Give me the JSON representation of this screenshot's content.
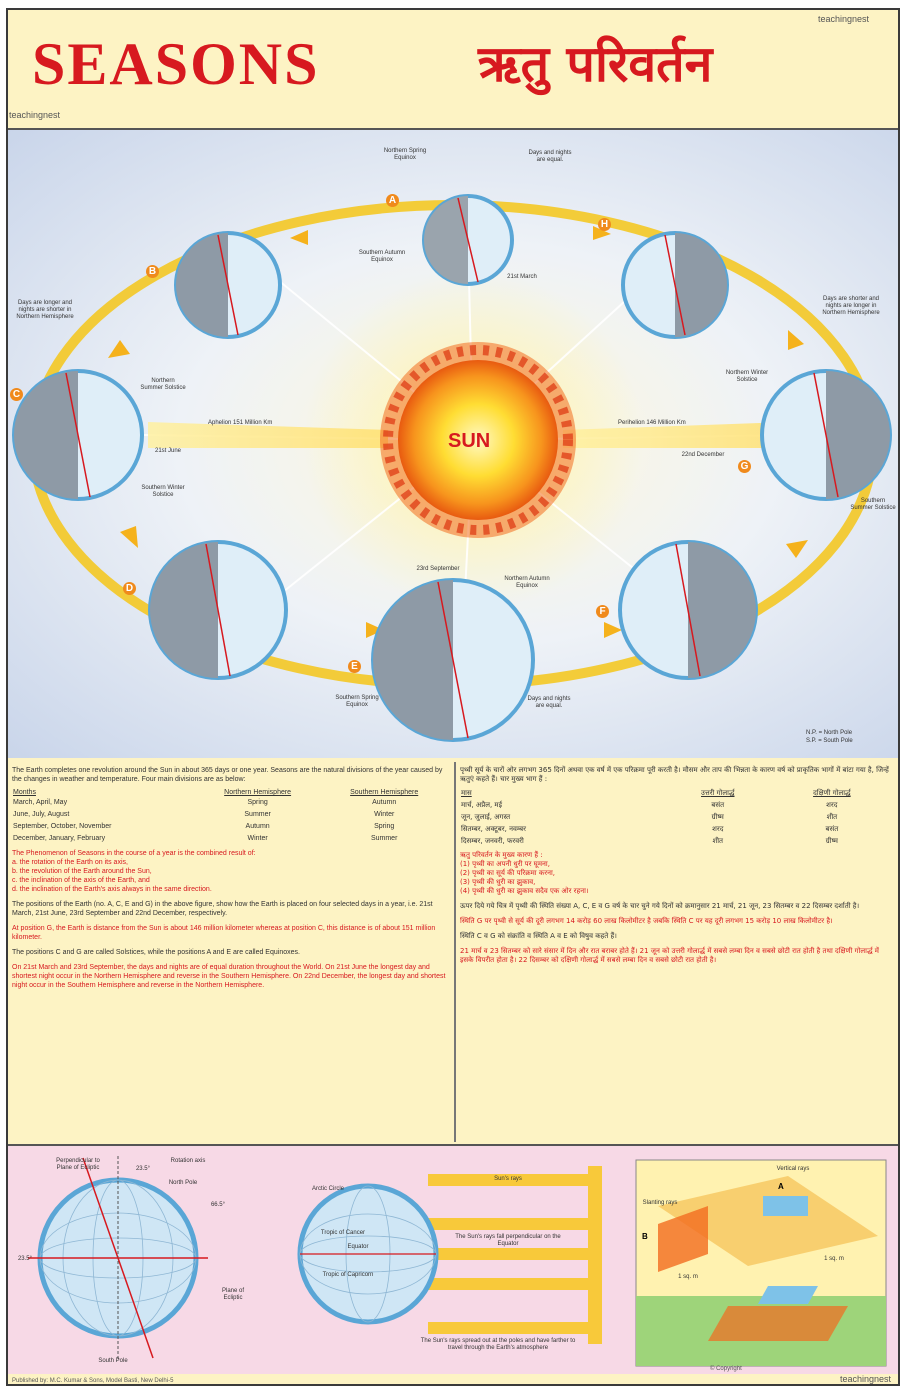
{
  "watermark": "teachingnest",
  "title": {
    "english": "SEASONS",
    "hindi": "ऋतु परिवर्तन"
  },
  "diagram": {
    "sun_label": "SUN",
    "aphelion": "Aphelion 151 Million Km",
    "perihelion": "Perihelion 146 Million Km",
    "positions": [
      "A",
      "B",
      "C",
      "D",
      "E",
      "F",
      "G",
      "H"
    ],
    "labels": {
      "north_spring": "Northern Spring Equinox",
      "days_equal_top": "Days and nights are equal.",
      "south_autumn": "Southern Autumn Equinox",
      "march": "21st March",
      "days_longer": "Days are longer and nights are shorter in Northern Hemisphere",
      "north_summer": "Northern Summer Solstice",
      "june": "21st June",
      "south_winter": "Southern Winter Solstice",
      "days_shorter": "Days are shorter and nights are longer in Northern Hemisphere",
      "north_winter": "Northern Winter Solstice",
      "december": "22nd December",
      "south_summer": "Southern Summer Solstice",
      "september": "23rd September",
      "north_autumn": "Northern Autumn Equinox",
      "south_spring": "Southern Spring Equinox",
      "days_equal_bottom": "Days and nights are equal.",
      "np": "N.P. = North Pole",
      "sp": "S.P. = South Pole"
    }
  },
  "english_text": {
    "intro": "The Earth completes one revolution around the Sun in about 365 days or one year. Seasons are the natural divisions of the year caused by the changes in weather and temperature. Four main divisions are as below:",
    "table_headers": [
      "Months",
      "Northern Hemisphere",
      "Southern Hemisphere"
    ],
    "table_rows": [
      [
        "March, April, May",
        "Spring",
        "Autumn"
      ],
      [
        "June, July, August",
        "Summer",
        "Winter"
      ],
      [
        "September, October, November",
        "Autumn",
        "Spring"
      ],
      [
        "December, January, February",
        "Winter",
        "Summer"
      ]
    ],
    "phenomenon": "The Phenomenon of Seasons in the course of a year is the combined result of:",
    "points": [
      "a. the rotation of the Earth on its axis,",
      "b. the revolution of the Earth around the Sun,",
      "c. the inclination of the axis of the Earth, and",
      "d. the inclination of the Earth's axis always in the same direction."
    ],
    "positions_para": "The positions of the Earth (no. A, C, E and G) in the above figure, show how the Earth is placed on four selected days in a year, i.e. 21st March, 21st June, 23rd September and 22nd December, respectively.",
    "distance_para": "At position G, the Earth is distance from the Sun is about 146 million kilometer whereas at position C, this distance is of about 151 million kilometer.",
    "solstice_para": "The positions C and G are called Solstices, while the positions A and E are called Equinoxes.",
    "equinox_para": "On 21st March and 23rd September, the days and nights are of equal duration throughout the World. On 21st June the longest day and shortest night occur in the Northern Hemisphere and reverse in the Southern Hemisphere. On 22nd December, the longest day and shortest night occur in the Southern Hemisphere and reverse in the Northern Hemisphere."
  },
  "hindi_text": {
    "intro": "पृथ्वी सूर्य के चारों ओर लगभग 365 दिनों अथवा एक वर्ष में एक परिक्रमा पूरी करती है। मौसम और ताप की भिन्नता के कारण वर्ष को प्राकृतिक भागों में बांटा गया है, जिन्हें ऋतुएं कहते हैं। चार मुख्य भाग हैं :",
    "table_headers": [
      "मास",
      "उत्तरी गोलार्द्ध",
      "दक्षिणी गोलार्द्ध"
    ],
    "table_rows": [
      [
        "मार्च, अप्रैल, मई",
        "बसंत",
        "शरद"
      ],
      [
        "जून, जुलाई, अगस्त",
        "ग्रीष्म",
        "शीत"
      ],
      [
        "सितम्बर, अक्टूबर, नवम्बर",
        "शरद",
        "बसंत"
      ],
      [
        "दिसम्बर, जनवरी, फरवरी",
        "शीत",
        "ग्रीष्म"
      ]
    ],
    "phenomenon": "ऋतु परिवर्तन के मुख्य कारण हैं :",
    "points": [
      "(1) पृथ्वी का अपनी धुरी पर घूमना,",
      "(2) पृथ्वी का सूर्य की परिक्रमा करना,",
      "(3) पृथ्वी की धुरी का झुकाव,",
      "(4) पृथ्वी की धुरी का झुकाव सदैव एक ओर रहना।"
    ],
    "positions_para": "ऊपर दिये गये चित्र में पृथ्वी की स्थिति संख्या A, C, E व G वर्ष के चार चुने गये दिनों को क्रमानुसार 21 मार्च, 21 जून, 23 सितम्बर व 22 दिसम्बर दर्शाती है।",
    "distance_para": "स्थिति G पर पृथ्वी से सूर्य की दूरी लगभग 14 करोड़ 60 लाख किलोमीटर है जबकि स्थिति C पर यह दूरी लगभग 15 करोड़ 10 लाख किलोमीटर है।",
    "solstice_para": "स्थिति C व G को संक्रांति व स्थिति A व E को विषुव कहते हैं।",
    "equinox_para": "21 मार्च व 23 सितम्बर को सारे संसार में दिन और रात बराबर होते हैं। 21 जून को उत्तरी गोलार्द्ध में सबसे लम्बा दिन व सबसे छोटी रात होती है तथा दक्षिणी गोलार्द्ध में इसके विपरीत होता है। 22 दिसम्बर को दक्षिणी गोलार्द्ध में सबसे लम्बा दिन व सबसे छोटी रात होती है।"
  },
  "bottom": {
    "axis": {
      "perpendicular": "Perpendicular to Plane of Ecliptic",
      "angle1": "23.5°",
      "rotation_axis": "Rotation axis",
      "north_pole": "North Pole",
      "angle2": "66.5°",
      "angle3": "23.5°",
      "plane": "Plane of Ecliptic",
      "south_pole": "South Pole"
    },
    "rays": {
      "suns_rays": "Sun's rays",
      "arctic": "Arctic Circle",
      "cancer": "Tropic of Cancer",
      "equator": "Equator",
      "capricorn": "Tropic of Capricorn",
      "perpendicular_rays": "The Sun's rays fall perpendicular on the Equator",
      "spread_rays": "The Sun's rays spread out at the poles and have farther to travel through the Earth's atmosphere"
    },
    "slanting": {
      "vertical_rays": "Vertical rays",
      "slanting_rays": "Slanting rays",
      "a": "A",
      "b": "B",
      "area_a": "1 sq. m",
      "area_b": "1 sq. m"
    }
  },
  "footer": {
    "publisher": "Published by: M.C. Kumar & Sons, Model Basti, New Delhi-5",
    "copyright": "© Copyright",
    "watermark_bottom": "teachingnest"
  },
  "colors": {
    "title_red": "#d7191f",
    "panel_yellow": "#fdf3c4",
    "sun_orange": "#f7941d",
    "bottom_pink": "#f7d9e6"
  }
}
